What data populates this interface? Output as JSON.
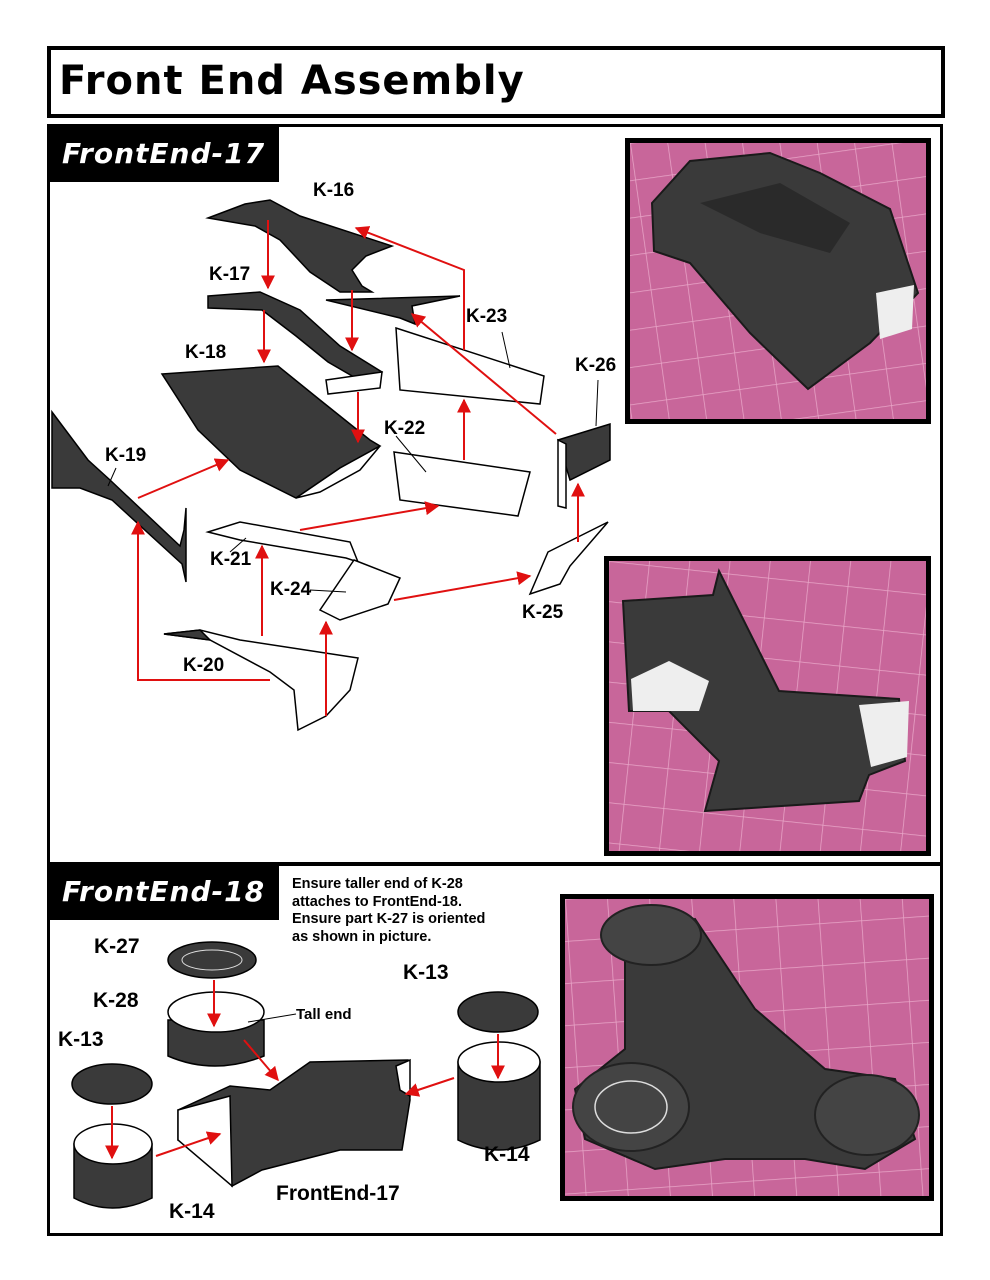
{
  "page_title": "Front End Assembly",
  "step17": {
    "tag": "FrontEnd-17",
    "parts": [
      "K-16",
      "K-17",
      "K-18",
      "K-19",
      "K-20",
      "K-21",
      "K-22",
      "K-23",
      "K-24",
      "K-25",
      "K-26"
    ]
  },
  "step18": {
    "tag": "FrontEnd-18",
    "note": "Ensure taller end of K-28\nattaches to FrontEnd-18.\nEnsure part K-27 is oriented\nas shown in picture.",
    "labels": {
      "k27": "K-27",
      "k28": "K-28",
      "k13_left": "K-13",
      "k13_right": "K-13",
      "k14_left": "K-14",
      "k14_right": "K-14",
      "tall_end": "Tall end",
      "assembly": "FrontEnd-17"
    }
  },
  "colors": {
    "part_dark": "#3a3a3a",
    "arrow": "#e01010",
    "mat_pink": "#c8669a",
    "grid_line": "#e9a6c8"
  }
}
